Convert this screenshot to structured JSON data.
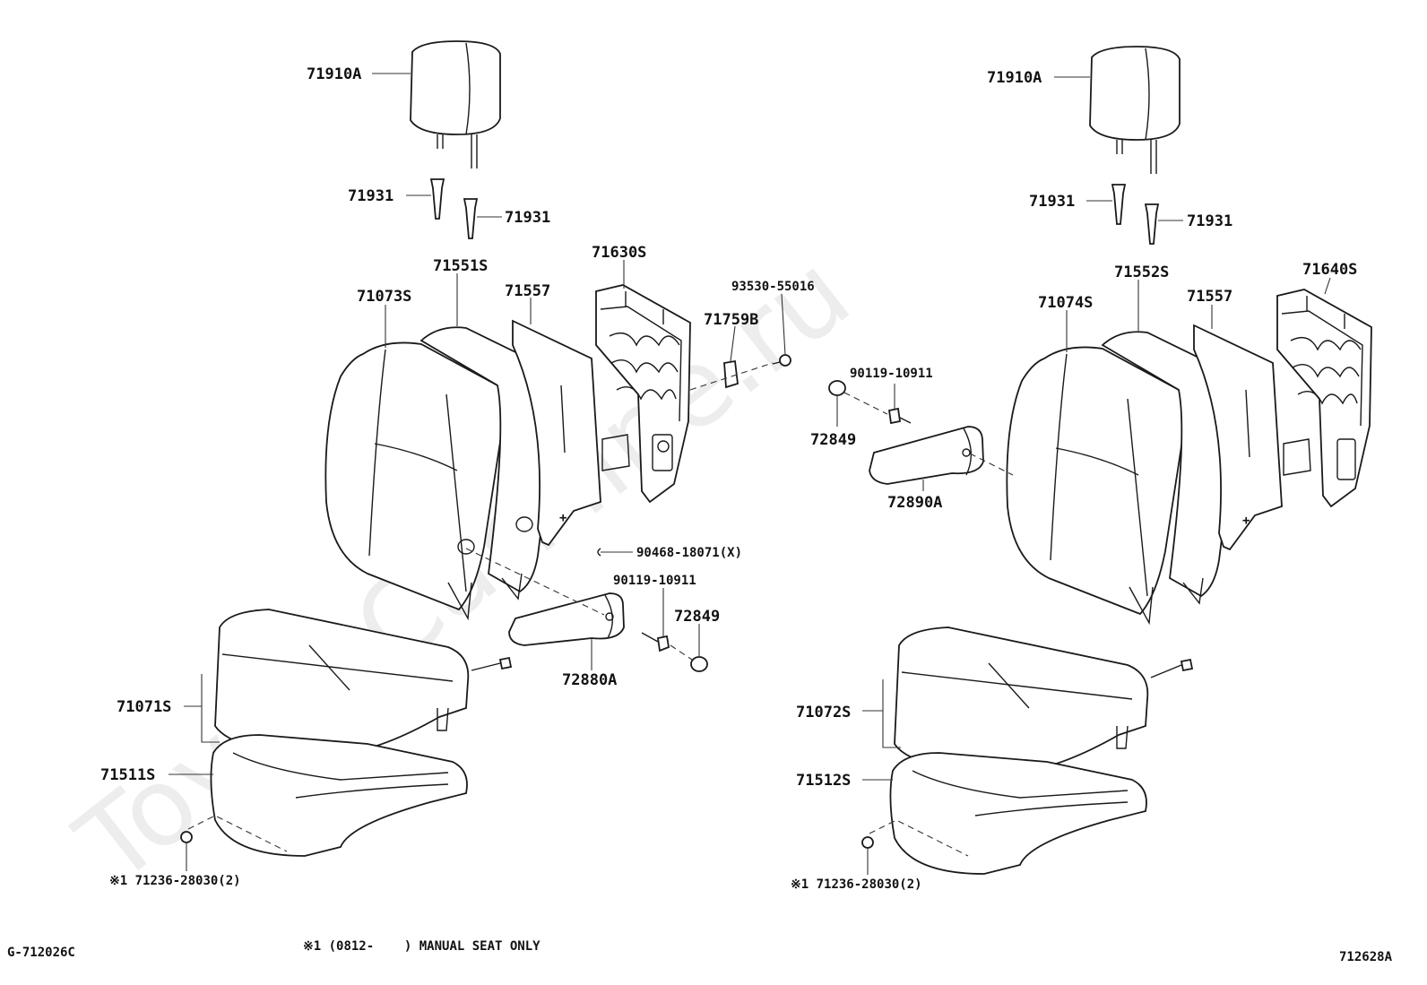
{
  "watermark": "ToyotaCarMine.ru",
  "left": {
    "headrest": "71910A",
    "guide1": "71931",
    "guide2": "71931",
    "back_cover": "71073S",
    "back_pad": "71551S",
    "back_board": "71557",
    "back_frame": "71630S",
    "clip_part": "71759B",
    "screw": "93530-55016",
    "clip_90468": "90468-18071(X)",
    "bolt": "90119-10911",
    "cap": "72849",
    "armrest": "72880A",
    "cushion_cover": "71071S",
    "cushion_pad": "71511S",
    "note_part": "※1 71236-28030(2)"
  },
  "right": {
    "headrest": "71910A",
    "guide1": "71931",
    "guide2": "71931",
    "back_cover": "71074S",
    "back_pad": "71552S",
    "back_board": "71557",
    "back_frame": "71640S",
    "bolt": "90119-10911",
    "cap": "72849",
    "armrest": "72890A",
    "cushion_cover": "71072S",
    "cushion_pad": "71512S",
    "note_part": "※1 71236-28030(2)"
  },
  "footer": {
    "left_code": "G-712026C",
    "note": "※1 (0812-    ) MANUAL SEAT ONLY",
    "right_code": "712628A"
  }
}
